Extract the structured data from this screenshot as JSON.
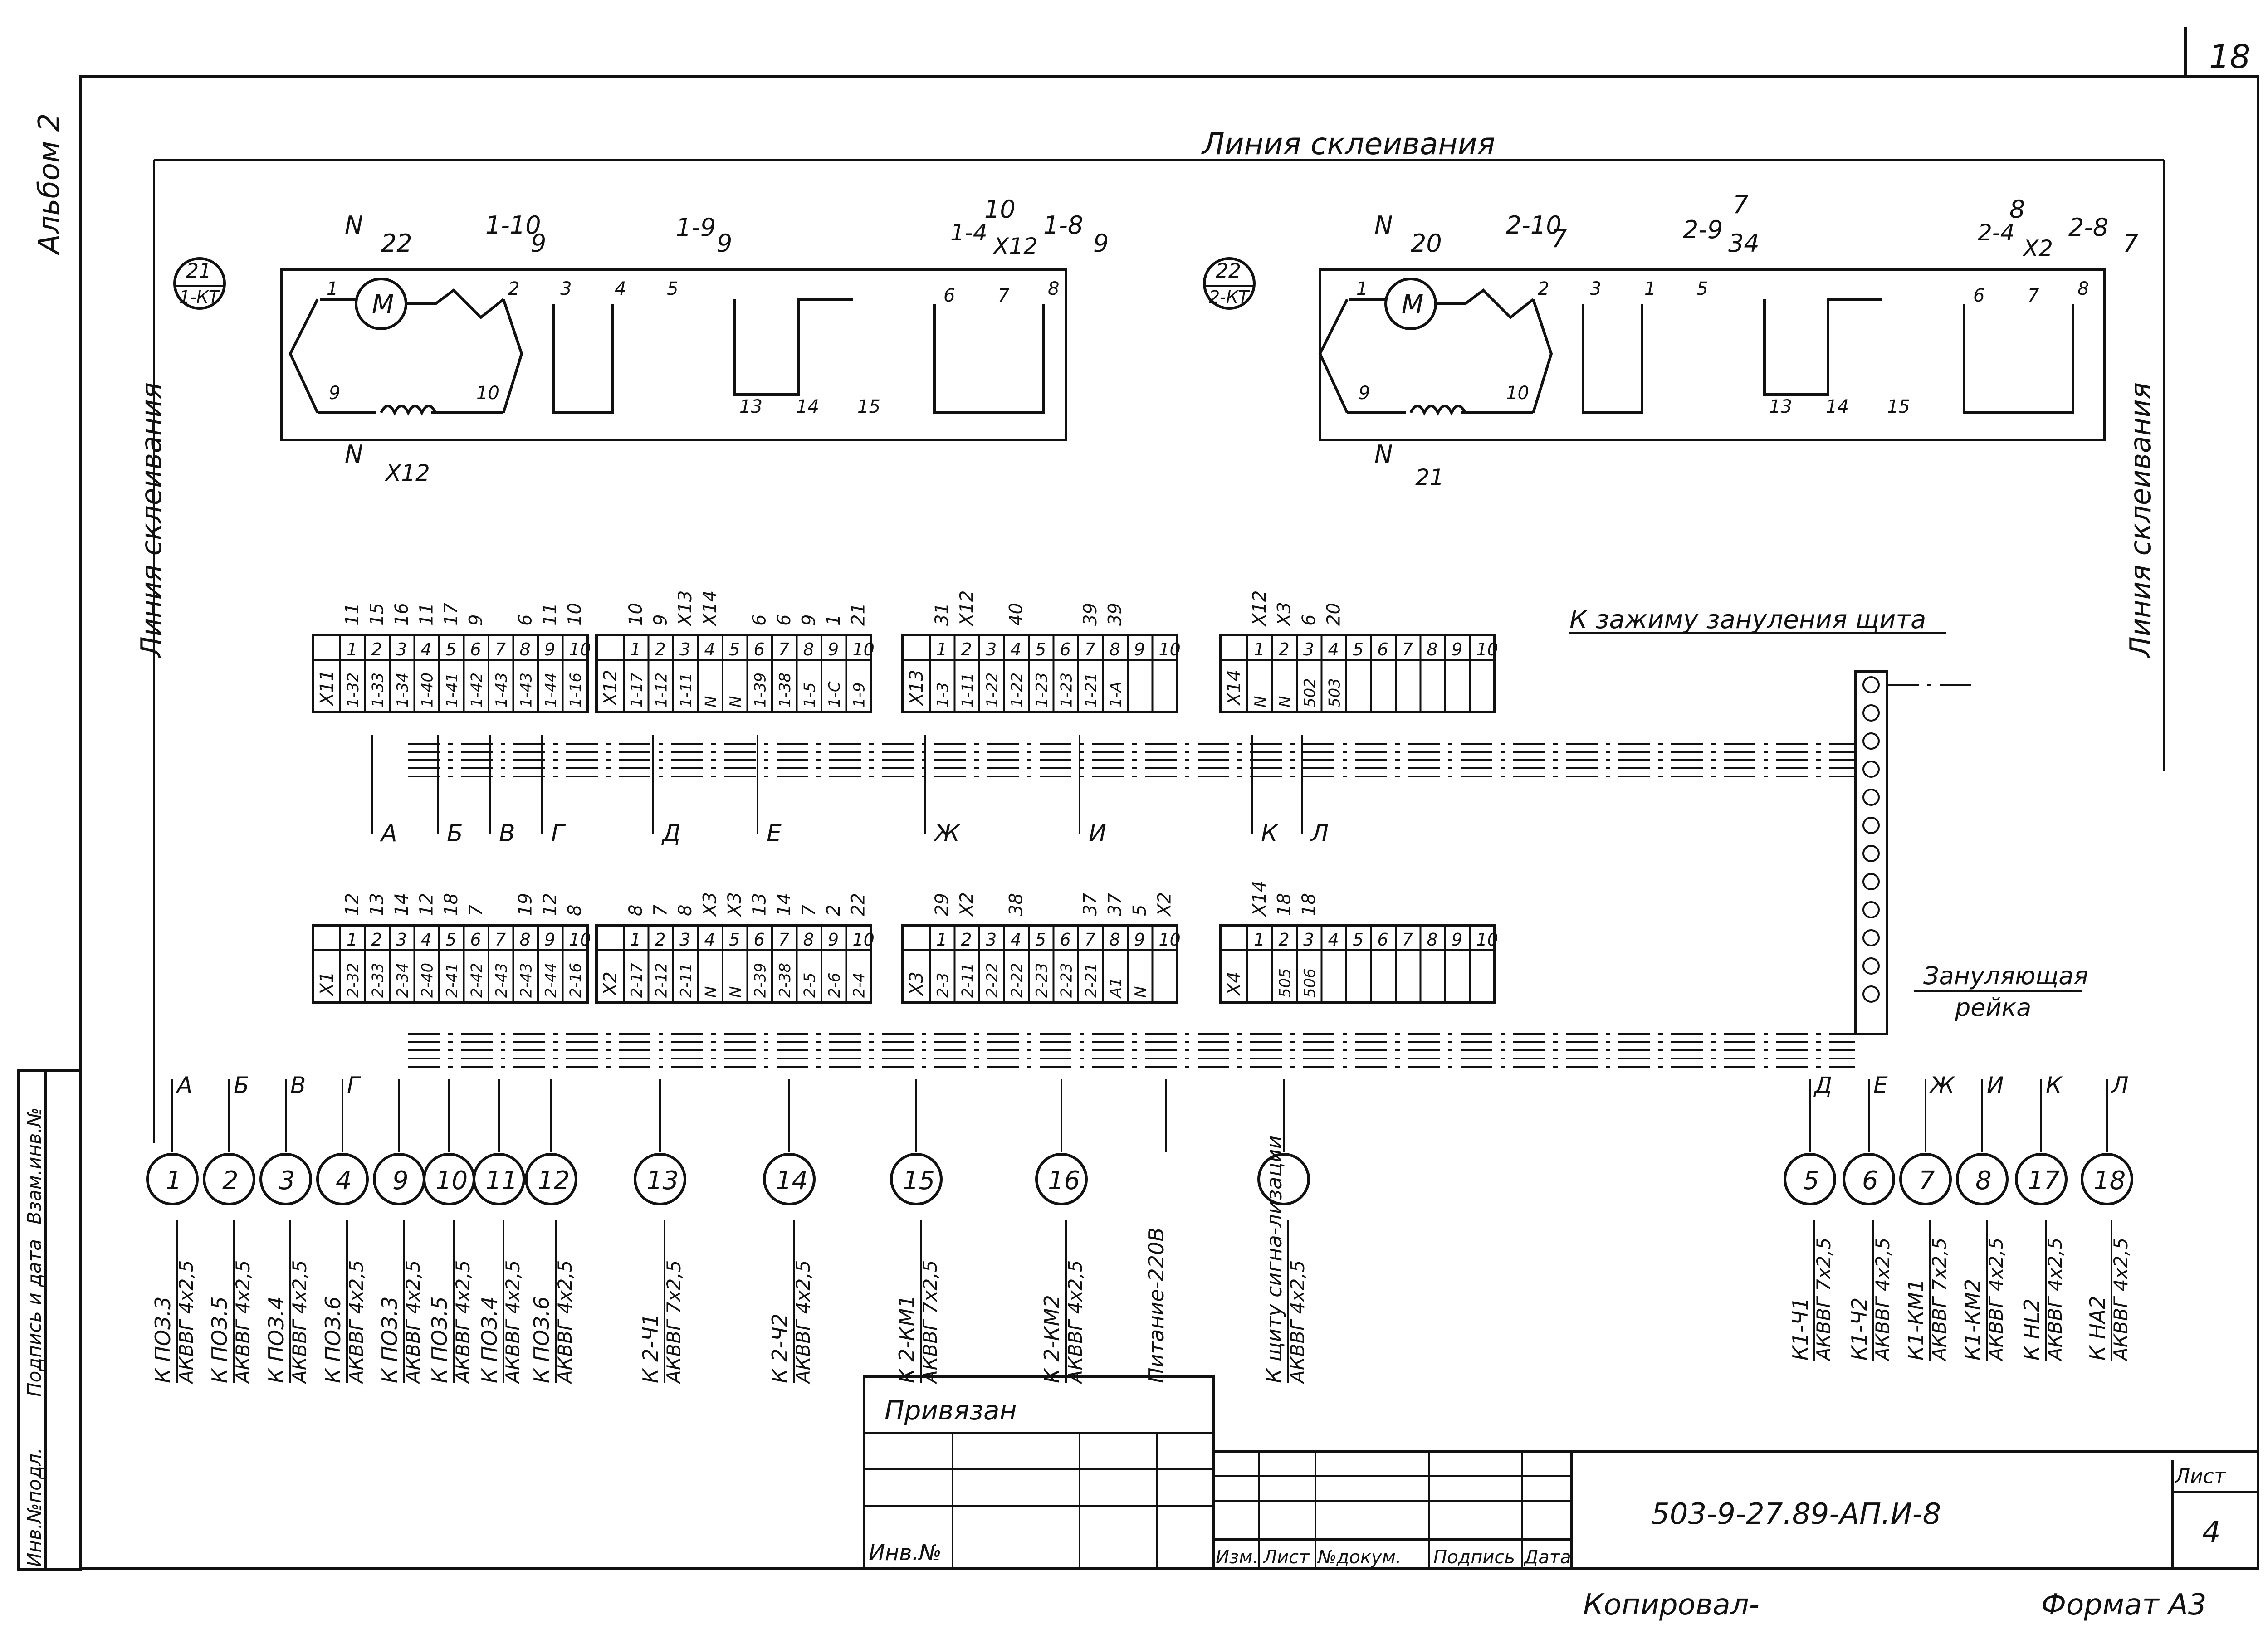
{
  "sheet_top_number": "18",
  "left_margin_label": "Альбом 2",
  "glue_line_label": "Линия склеивания",
  "schemes": [
    {
      "circle_top": "21",
      "circle_bottom": "1-КТ",
      "top_labels": [
        "N",
        "22",
        "1-10",
        "9",
        "1-9",
        "9",
        "10",
        "1-4",
        "Х12",
        "1-8",
        "9"
      ],
      "contact_numbers": [
        "1",
        "2",
        "3",
        "4",
        "5",
        "6",
        "7",
        "8",
        "9",
        "10",
        "13",
        "14",
        "15"
      ],
      "bottom_labels": [
        "N",
        "Х12"
      ],
      "motor": "M"
    },
    {
      "circle_top": "22",
      "circle_bottom": "2-КТ",
      "top_labels": [
        "N",
        "20",
        "2-10",
        "7",
        "2-9",
        "34",
        "7",
        "8",
        "2-4",
        "Х2",
        "2-8",
        "7"
      ],
      "contact_numbers": [
        "1",
        "2",
        "3",
        "1",
        "5",
        "6",
        "7",
        "8",
        "9",
        "10",
        "13",
        "14",
        "15"
      ],
      "bottom_labels": [
        "N",
        "21"
      ],
      "motor": "M"
    }
  ],
  "terminal_rows": [
    {
      "blocks": [
        {
          "name": "Х11",
          "cells": [
            "1-32",
            "1-33",
            "1-34",
            "1-40",
            "1-41",
            "1-42",
            "1-43",
            "1-43",
            "1-44",
            "1-16"
          ],
          "wires": [
            "11",
            "15",
            "16",
            "11",
            "17",
            "9",
            "",
            "6",
            "11",
            "10"
          ]
        },
        {
          "name": "Х12",
          "cells": [
            "1-17",
            "1-12",
            "1-11",
            "N",
            "N",
            "1-39",
            "1-38",
            "1-5",
            "1-С",
            "1-9"
          ],
          "wires": [
            "10",
            "9",
            "Х13",
            "Х14",
            "",
            "6",
            "6",
            "9",
            "1",
            "21"
          ]
        },
        {
          "name": "Х13",
          "cells": [
            "1-3",
            "1-11",
            "1-22",
            "1-22",
            "1-23",
            "1-23",
            "1-21",
            "1-А",
            "",
            ""
          ],
          "wires": [
            "31",
            "Х12",
            "",
            "40",
            "",
            "",
            "39",
            "39",
            "",
            ""
          ]
        },
        {
          "name": "Х14",
          "cells": [
            "N",
            "N",
            "502",
            "503",
            "",
            "",
            "",
            "",
            "",
            ""
          ],
          "wires": [
            "Х12",
            "Х3",
            "6",
            "20",
            "",
            "",
            "",
            "",
            "",
            ""
          ]
        }
      ],
      "cable_letters": [
        "А",
        "Б",
        "В",
        "Г",
        "Д",
        "Е",
        "Ж",
        "И",
        "К",
        "Л"
      ]
    },
    {
      "blocks": [
        {
          "name": "Х1",
          "cells": [
            "2-32",
            "2-33",
            "2-34",
            "2-40",
            "2-41",
            "2-42",
            "2-43",
            "2-43",
            "2-44",
            "2-16"
          ],
          "wires": [
            "12",
            "13",
            "14",
            "12",
            "18",
            "7",
            "",
            "19",
            "12",
            "8"
          ]
        },
        {
          "name": "Х2",
          "cells": [
            "2-17",
            "2-12",
            "2-11",
            "N",
            "N",
            "2-39",
            "2-38",
            "2-5",
            "2-6",
            "2-4"
          ],
          "wires": [
            "8",
            "7",
            "8",
            "Х3",
            "Х3",
            "13",
            "14",
            "7",
            "2",
            "22"
          ]
        },
        {
          "name": "Х3",
          "cells": [
            "2-3",
            "2-11",
            "2-22",
            "2-22",
            "2-23",
            "2-23",
            "2-21",
            "А1",
            "N",
            ""
          ],
          "wires": [
            "29",
            "Х2",
            "",
            "38",
            "",
            "",
            "37",
            "37",
            "5",
            "Х2"
          ]
        },
        {
          "name": "Х4",
          "cells": [
            "",
            "505",
            "506",
            "",
            "",
            "",
            "",
            "",
            "",
            ""
          ],
          "wires": [
            "Х14",
            "18",
            "18",
            "",
            "",
            "",
            "",
            "",
            "",
            ""
          ]
        }
      ]
    }
  ],
  "ground_label": "К зажиму зануления щита",
  "ground_bar_label_1": "Зануляющая",
  "ground_bar_label_2": "рейка",
  "cables_left": [
    {
      "num": "1",
      "letter": "А",
      "dest": "К ПОЗ.3",
      "type": "АКВВГ 4х2,5"
    },
    {
      "num": "2",
      "letter": "Б",
      "dest": "К ПОЗ.5",
      "type": "АКВВГ 4х2,5"
    },
    {
      "num": "3",
      "letter": "В",
      "dest": "К ПОЗ.4",
      "type": "АКВВГ 4х2,5"
    },
    {
      "num": "4",
      "letter": "Г",
      "dest": "К ПОЗ.6",
      "type": "АКВВГ 4х2,5"
    },
    {
      "num": "9",
      "letter": "",
      "dest": "К ПОЗ.3",
      "type": "АКВВГ 4х2,5"
    },
    {
      "num": "10",
      "letter": "",
      "dest": "К ПОЗ.5",
      "type": "АКВВГ 4х2,5"
    },
    {
      "num": "11",
      "letter": "",
      "dest": "К ПОЗ.4",
      "type": "АКВВГ 4х2,5"
    },
    {
      "num": "12",
      "letter": "",
      "dest": "К ПОЗ.6",
      "type": "АКВВГ 4х2,5"
    },
    {
      "num": "13",
      "letter": "",
      "dest": "К 2-Ч1",
      "type": "АКВВГ 7х2,5"
    },
    {
      "num": "14",
      "letter": "",
      "dest": "К 2-Ч2",
      "type": "АКВВГ 4х2,5"
    },
    {
      "num": "15",
      "letter": "",
      "dest": "К 2-КМ1",
      "type": "АКВВГ 7х2,5"
    },
    {
      "num": "16",
      "letter": "",
      "dest": "К 2-КМ2",
      "type": "АКВВГ 4х2,5"
    },
    {
      "num": "",
      "letter": "",
      "dest": "Питание-220В",
      "type": ""
    },
    {
      "num": "",
      "letter": "",
      "dest": "К щиту сигна-лизации",
      "type": "АКВВГ 4х2,5"
    }
  ],
  "cables_right": [
    {
      "num": "5",
      "letter": "Д",
      "dest": "К1-Ч1",
      "type": "АКВВГ 7х2,5"
    },
    {
      "num": "6",
      "letter": "Е",
      "dest": "К1-Ч2",
      "type": "АКВВГ 4х2,5"
    },
    {
      "num": "7",
      "letter": "Ж",
      "dest": "К1-КМ1",
      "type": "АКВВГ 7х2,5"
    },
    {
      "num": "8",
      "letter": "И",
      "dest": "К1-КМ2",
      "type": "АКВВГ 4х2,5"
    },
    {
      "num": "17",
      "letter": "К",
      "dest": "К НL2",
      "type": "АКВВГ 4х2,5"
    },
    {
      "num": "18",
      "letter": "Л",
      "dest": "К НА2",
      "type": "АКВВГ 4х2,5"
    }
  ],
  "side_stamp": [
    "Инв.№подл.",
    "Подпись и дата",
    "Взам.инв.№"
  ],
  "title_block": {
    "privyazan": "Привязан",
    "inv_label": "Инв.№",
    "cols": [
      "Изм.",
      "Лист",
      "№докум.",
      "Подпись",
      "Дата"
    ],
    "doc_code": "503-9-27.89-АП.И-8",
    "sheet_label": "Лист",
    "sheet_no": "4"
  },
  "footer_copied": "Копировал-",
  "footer_format": "Формат А3"
}
